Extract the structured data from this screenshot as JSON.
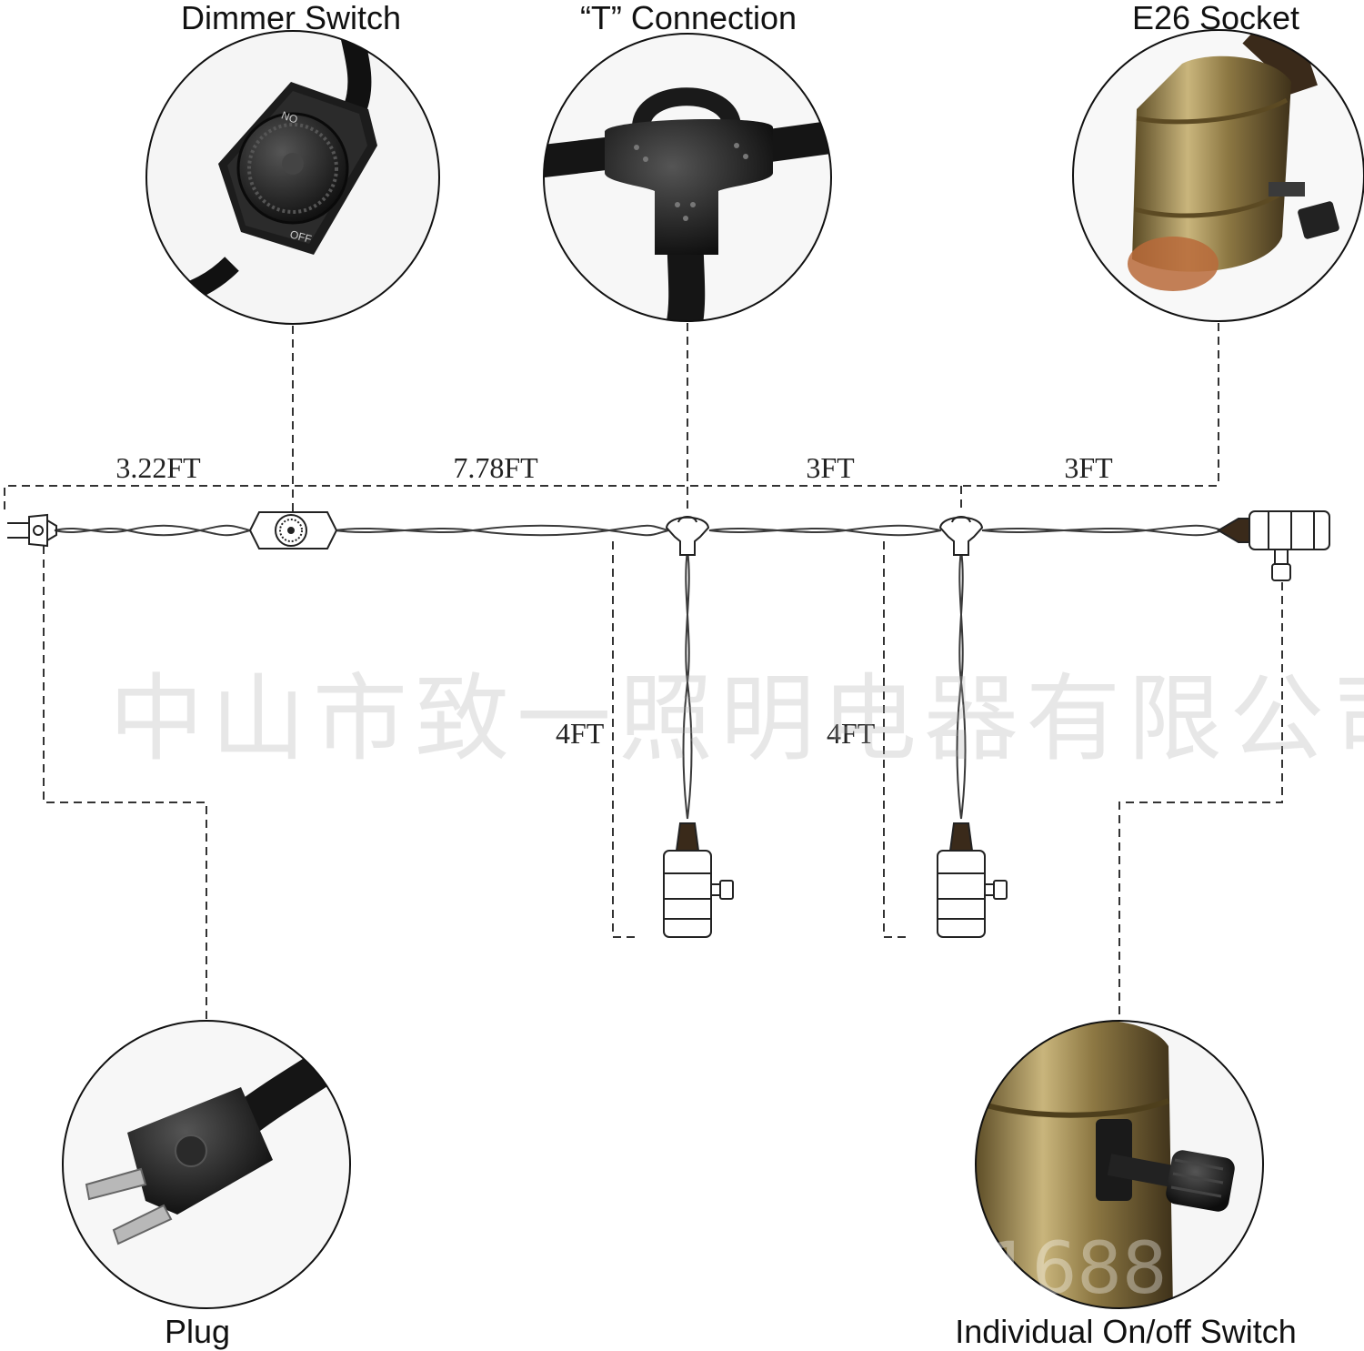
{
  "callouts": {
    "dimmer_switch": "Dimmer Switch",
    "t_connection": "“T” Connection",
    "e26_socket": "E26 Socket",
    "plug": "Plug",
    "individual_switch": "Individual On/off Switch"
  },
  "dimensions": {
    "plug_to_dimmer": "3.22FT",
    "dimmer_to_t1": "7.78FT",
    "t1_to_t2": "3FT",
    "t2_to_end": "3FT",
    "drop_1": "4FT",
    "drop_2": "4FT"
  },
  "dimmer_marks": {
    "on": "ON",
    "off": "OFF"
  },
  "watermark": "中山市致一照明电器有限公司",
  "watermark_partial": "1688",
  "colors": {
    "cord": "#3a3a3a",
    "bronze": "#a08a55",
    "black_part": "#1c1c1c"
  }
}
